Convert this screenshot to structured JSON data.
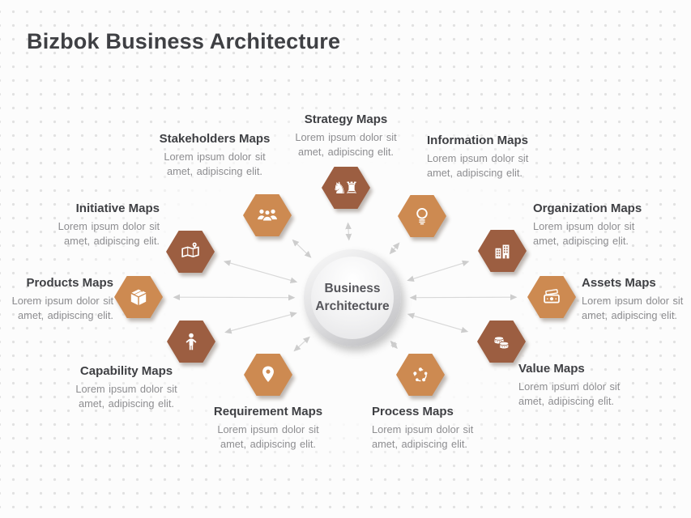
{
  "title": "Bizbok Business Architecture",
  "center": {
    "label": "Business Architecture"
  },
  "colors": {
    "hex_brown": "#9c5e41",
    "hex_orange": "#cd8a51",
    "arrow": "#d8d8d8",
    "title_text": "#3f4044",
    "body_text": "#8d8d90"
  },
  "nodes": [
    {
      "id": "strategy",
      "label": "Strategy Maps",
      "desc": "Lorem ipsum dolor sit amet, adipiscing elit.",
      "icon": "chess-icon",
      "palette": "brown"
    },
    {
      "id": "stakeholders",
      "label": "Stakeholders Maps",
      "desc": "Lorem ipsum dolor sit amet, adipiscing elit.",
      "icon": "people-group-icon",
      "palette": "orange"
    },
    {
      "id": "information",
      "label": "Information Maps",
      "desc": "Lorem ipsum dolor sit amet, adipiscing elit.",
      "icon": "lightbulb-icon",
      "palette": "orange"
    },
    {
      "id": "initiative",
      "label": "Initiative Maps",
      "desc": "Lorem ipsum dolor sit amet, adipiscing elit.",
      "icon": "folded-map-icon",
      "palette": "brown"
    },
    {
      "id": "organization",
      "label": "Organization Maps",
      "desc": "Lorem ipsum dolor sit amet, adipiscing elit.",
      "icon": "buildings-icon",
      "palette": "brown"
    },
    {
      "id": "products",
      "label": "Products Maps",
      "desc": "Lorem ipsum dolor sit amet, adipiscing elit.",
      "icon": "package-box-icon",
      "palette": "orange"
    },
    {
      "id": "assets",
      "label": "Assets Maps",
      "desc": "Lorem ipsum dolor sit amet, adipiscing elit.",
      "icon": "banknotes-icon",
      "palette": "orange"
    },
    {
      "id": "capability",
      "label": "Capability Maps",
      "desc": "Lorem ipsum dolor sit amet, adipiscing elit.",
      "icon": "person-icon",
      "palette": "brown"
    },
    {
      "id": "value",
      "label": "Value Maps",
      "desc": "Lorem ipsum dolor sit amet, adipiscing elit.",
      "icon": "coin-stacks-icon",
      "palette": "brown"
    },
    {
      "id": "requirement",
      "label": "Requirement Maps",
      "desc": "Lorem ipsum dolor sit amet, adipiscing elit.",
      "icon": "location-pin-icon",
      "palette": "orange"
    },
    {
      "id": "process",
      "label": "Process Maps",
      "desc": "Lorem ipsum dolor sit amet, adipiscing elit.",
      "icon": "circular-process-icon",
      "palette": "orange"
    }
  ]
}
